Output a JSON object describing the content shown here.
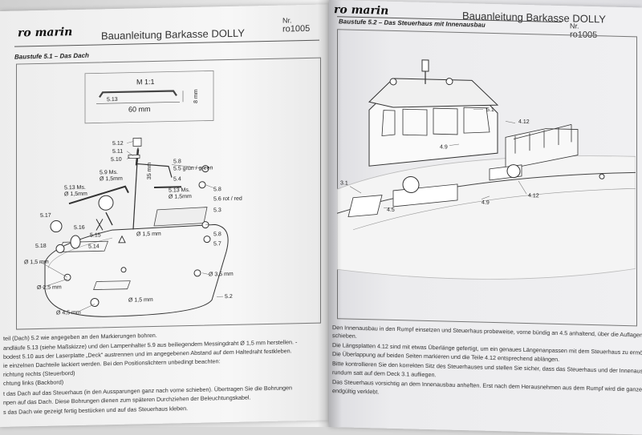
{
  "left_page": {
    "logo": "ro marin",
    "title": "Bauanleitung Barkasse DOLLY",
    "nr_label": "Nr.",
    "nr_value": "ro1005",
    "step": "Baustufe 5.1 – Das Dach",
    "scale_label": "M 1:1",
    "dim_width": "60 mm",
    "dim_height": "8 mm",
    "part_513": "5.13",
    "labels": {
      "l512": "5.12",
      "l511": "5.11",
      "l510": "5.10",
      "l59": "5.9 Ms.",
      "l59d": "Ø 1,5mm",
      "l58": "5.8",
      "l55": "5.5 grün / green",
      "l54": "5.4",
      "l513ms": "5.13 Ms.",
      "l513d": "Ø 1,5mm",
      "l513ms2": "5.13 Ms.",
      "l513d2": "Ø 1,5mm",
      "l58b": "5.8",
      "l56": "5.6 rot / red",
      "l53": "5.3",
      "l517": "5.17",
      "l516": "5.16",
      "l515": "5.15",
      "l514": "5.14",
      "l518": "5.18",
      "l58c": "5.8",
      "l57": "5.7",
      "d15a": "Ø 1,5 mm",
      "d15b": "Ø 1,5 mm",
      "d15c": "Ø 1,5 mm",
      "d25": "Ø 2,5 mm",
      "d35": "Ø 3,5 mm",
      "d45": "Ø 4,5 mm",
      "l52": "5.2",
      "l35mm": "35 mm"
    },
    "text_lines": [
      "teil (Dach) 5.2 wie angegeben an den Markierungen bohren.",
      "andläufe 5.13 (siehe Maßskizze) und den Lampenhalter 5.9 aus beiliegendem Messingdraht Ø 1,5 mm herstellen. -",
      "bodest 5.10 aus der Laserplatte „Deck“ austrennen und im angegebenen Abstand auf dem Haltedraht festkleben.",
      "ie einzelnen Dachteile lackiert werden. Bei den Positionslichtern unbedingt beachten:",
      "richtung rechts (Steuerbord)",
      "chtung links (Backbord)",
      "t das Dach auf das Steuerhaus (in den Aussparungen ganz nach vorne schieben). Übertragen Sie die Bohrungen",
      "npen auf das Dach. Diese Bohrungen dienen zum späteren Durchziehen der Beleuchtungskabel.",
      "s das Dach wie gezeigt fertig bestücken und auf das Steuerhaus kleben."
    ]
  },
  "right_page": {
    "logo": "ro marin",
    "title": "Bauanleitung Barkasse DOLLY",
    "nr_label": "Nr.",
    "nr_value": "ro1005",
    "step": "Baustufe 5.2 – Das Steuerhaus mit Innenausbau",
    "labels": {
      "l51": "5.1",
      "l412a": "4.12",
      "l49a": "4.9",
      "l31": "3.1",
      "l45": "4.5",
      "l49b": "4.9",
      "l412b": "4.12"
    },
    "text_lines": [
      "Den Innenausbau in den Rumpf einsetzen und Steuerhaus probeweise, vorne bündig an 4.5 anhaltend, über die Auflagen 4",
      "schieben.",
      "Die Längsplatten 4.12 sind mit etwas Überlänge gefertigt, um ein genaues Längenanpassen mit dem Steuerhaus zu ermög",
      "Die Überlappung auf beiden Seiten markieren und die Teile 4.12 entsprechend ablängen.",
      "Bitte kontrollieren Sie den korrekten Sitz des Steuerhauses und stellen Sie sicher, dass das Steuerhaus und der Innenaus",
      "rundum satt auf dem Deck 3.1 aufliegen.",
      "Das Steuerhaus vorsichtig an dem Innenausbau anheften. Erst nach dem Herausnehmen aus dem Rumpf wird die ganze",
      "endgültig verklebt."
    ]
  }
}
